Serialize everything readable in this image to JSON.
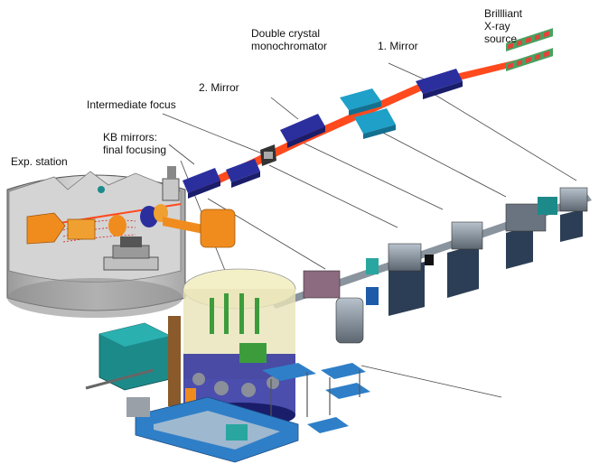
{
  "labels": {
    "source": "Brillliant\nX-ray\nsource",
    "mirror1": "1. Mirror",
    "dcm": "Double crystal\nmonochromator",
    "mirror2": "2. Mirror",
    "intermediate_focus": "Intermediate focus",
    "kb": "KB mirrors:\nfinal focusing",
    "exp_station": "Exp. station"
  },
  "colors": {
    "beam": "#ff4a1e",
    "mirror": "#2b2f9e",
    "dcm": "#1ea0c8",
    "undulator_red": "#e0453a",
    "undulator_green": "#4aa060",
    "chamber": "#e8e8e8",
    "orange_part": "#f08c1e",
    "blue_frame": "#2f7fc8",
    "teal_box": "#1d8a8a",
    "steel": "#7f8c99"
  }
}
